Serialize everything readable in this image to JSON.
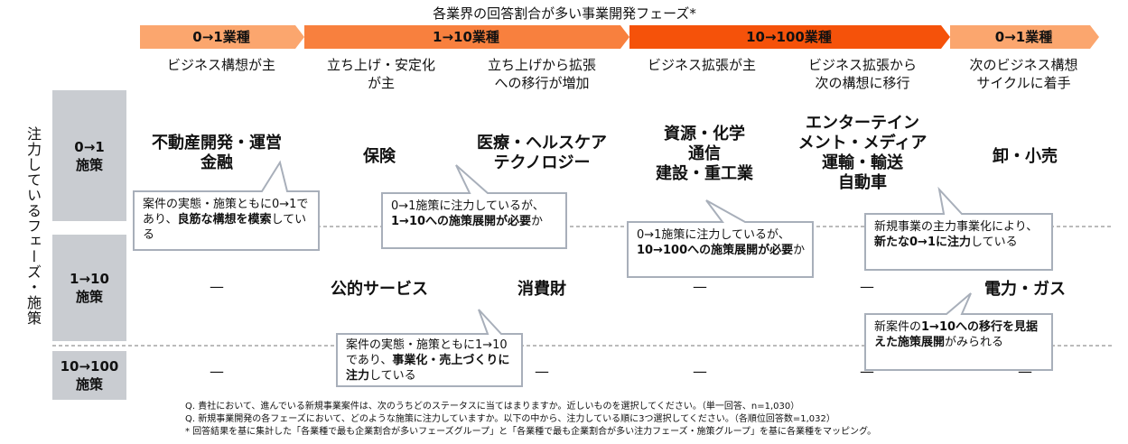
{
  "title": "各業界の回答割合が多い事業開発フェーズ*",
  "colors": {
    "phase_light": "#FBA66E",
    "phase_mid": "#F8803E",
    "phase_dark": "#F5520A",
    "row_header": "#C9CCD1",
    "callout_border": "#A8AFBA"
  },
  "phases": [
    {
      "label": "0→1業種"
    },
    {
      "label": "1→10業種"
    },
    {
      "label": "10→100業種"
    },
    {
      "label": "0→1業種"
    }
  ],
  "descriptions": [
    "ビジネス構想が主",
    "立ち上げ・安定化\nが主",
    "立ち上げから拡張\nへの移行が増加",
    "ビジネス拡張が主",
    "ビジネス拡張から\n次の構想に移行",
    "次のビジネス構想\nサイクルに着手"
  ],
  "vertical_label": "注力しているフェーズ・施策",
  "rows": [
    "0→1\n施策",
    "1→10\n施策",
    "10→100\n施策"
  ],
  "industries": {
    "r1c1": "不動産開発・運営\n金融",
    "r1c2": "保険",
    "r1c3": "医療・ヘルスケア\nテクノロジー",
    "r1c4": "資源・化学\n通信\n建設・重工業",
    "r1c5": "エンターテイン\nメント・メディア\n運輸・輸送\n自動車",
    "r1c6": "卸・小売",
    "r2c2": "公的サービス",
    "r2c3": "消費財",
    "r2c6": "電力・ガス"
  },
  "empty_mark": "—",
  "callouts": [
    {
      "segments": [
        {
          "t": "案件の実態・施策ともに0→1であり、"
        },
        {
          "t": "良筋な構想を模索",
          "b": true
        },
        {
          "t": "している"
        }
      ]
    },
    {
      "segments": [
        {
          "t": "0→1施策に注力しているが、"
        },
        {
          "t": "1→10への施策展開が必要",
          "b": true
        },
        {
          "t": "か"
        }
      ]
    },
    {
      "segments": [
        {
          "t": "0→1施策に注力しているが、"
        },
        {
          "t": "10→100への施策展開が必要",
          "b": true
        },
        {
          "t": "か"
        }
      ]
    },
    {
      "segments": [
        {
          "t": "新規事業の主力事業化により、"
        },
        {
          "t": "新たな0→1に注力",
          "b": true
        },
        {
          "t": "している"
        }
      ]
    },
    {
      "segments": [
        {
          "t": "新案件の"
        },
        {
          "t": "1→10への移行を見据えた施策展開",
          "b": true
        },
        {
          "t": "がみられる"
        }
      ]
    },
    {
      "segments": [
        {
          "t": "案件の実態・施策ともに1→10であり、"
        },
        {
          "t": "事業化・売上づくりに注力",
          "b": true
        },
        {
          "t": "している"
        }
      ]
    }
  ],
  "notes": [
    "Q. 貴社において、進んでいる新規事業案件は、次のうちどのステータスに当てはまりますか。近しいものを選択してください。（単一回答、n=1,030）",
    "Q. 新規事業開発の各フェーズにおいて、どのような施策に注力していますか。以下の中から、注力している順に3つ選択してください。（各順位回答数=1,032）",
    "* 回答結果を基に集計した「各業種で最も企業割合が多いフェーズグループ」と「各業種で最も企業割合が多い注力フェーズ・施策グループ」を基に各業種をマッピング。"
  ]
}
